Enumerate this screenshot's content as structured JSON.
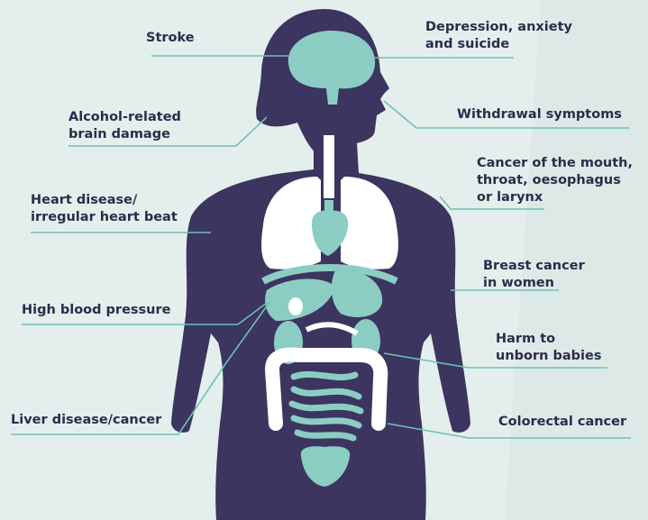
{
  "colors": {
    "background": "#e4efed",
    "silhouette": "#3b3560",
    "organ": "#8ccdc3",
    "lungs": "#ffffff",
    "leader_line": "#6fc0b5",
    "text": "#2b2c4a"
  },
  "labels": {
    "stroke": [
      "Stroke"
    ],
    "depression": [
      "Depression, anxiety",
      "and suicide"
    ],
    "alcohol_brain": [
      "Alcohol-related",
      "brain damage"
    ],
    "withdrawal": [
      "Withdrawal symptoms"
    ],
    "mouth_cancer": [
      "Cancer of the mouth,",
      "throat, oesophagus",
      "or larynx"
    ],
    "heart": [
      "Heart disease/",
      "irregular heart beat"
    ],
    "breast": [
      "Breast cancer",
      "in women"
    ],
    "blood_pressure": [
      "High blood pressure"
    ],
    "unborn": [
      "Harm to",
      "unborn babies"
    ],
    "liver": [
      "Liver disease/cancer"
    ],
    "colorectal": [
      "Colorectal cancer"
    ]
  }
}
